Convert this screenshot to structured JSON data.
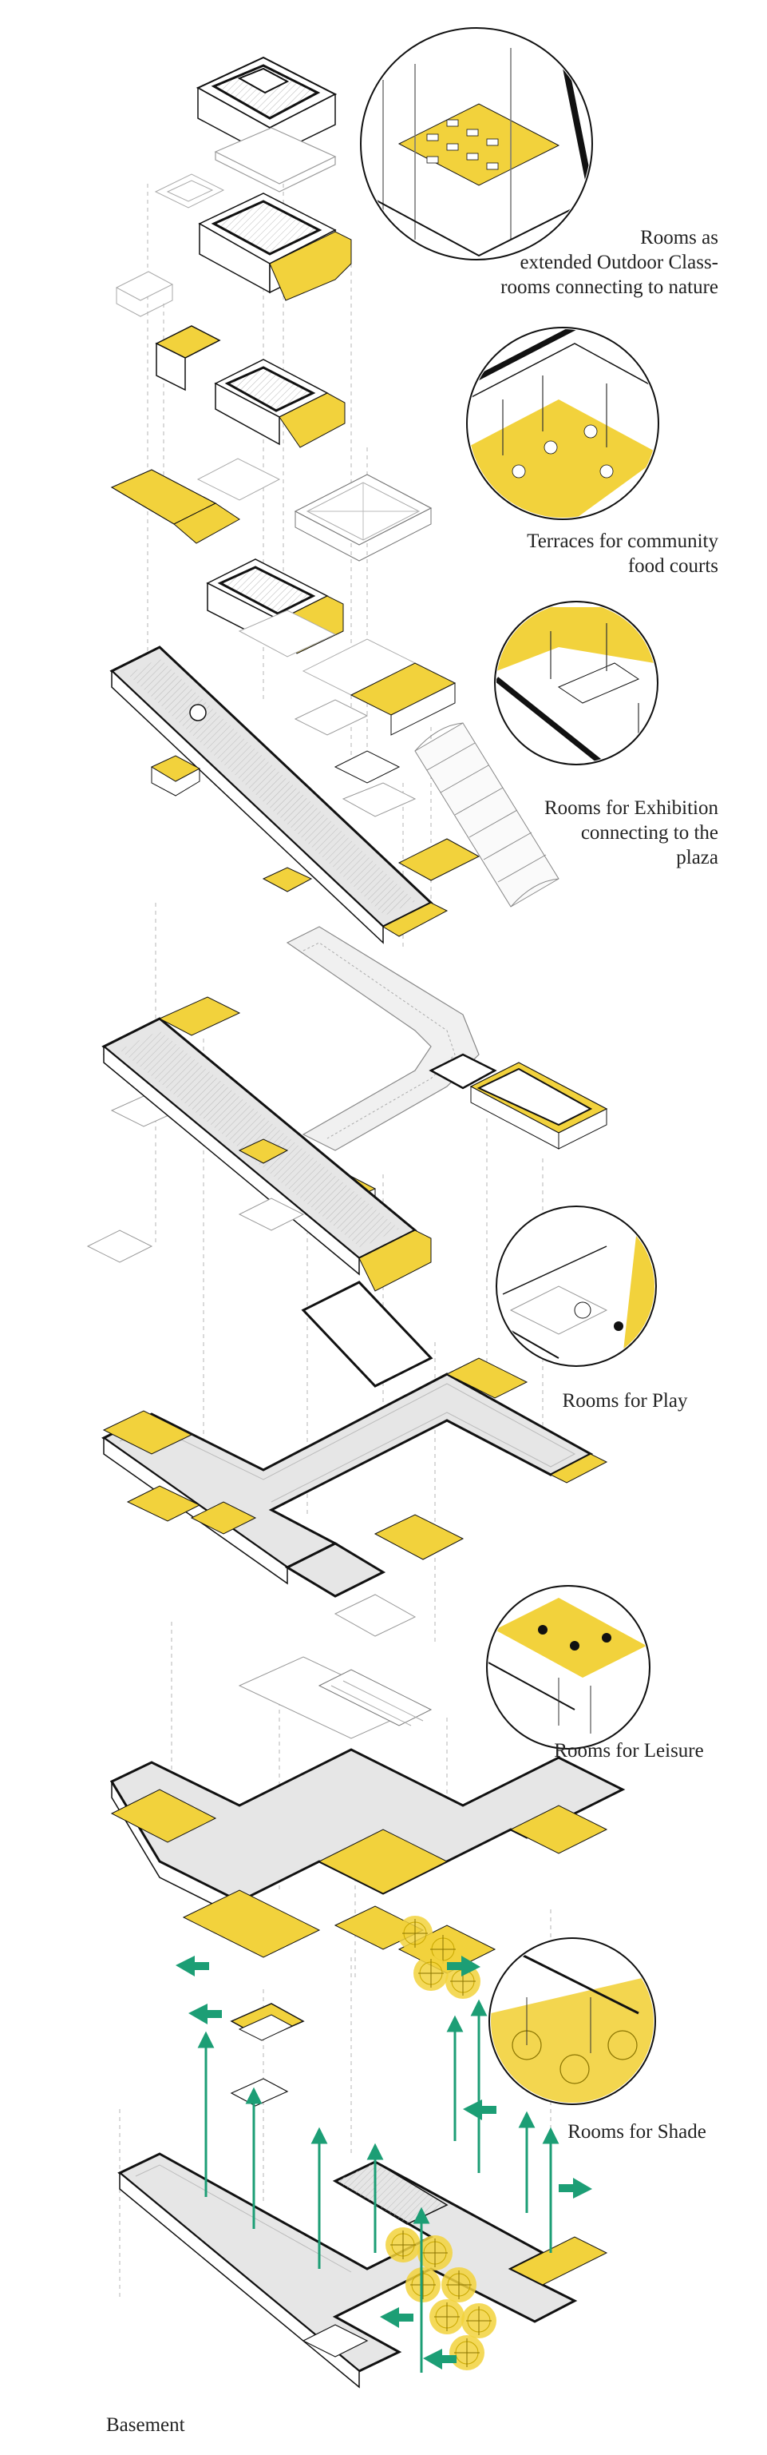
{
  "captions": {
    "outdoor_classrooms": [
      "Rooms as",
      "extended Outdoor Class-",
      "rooms connecting to nature"
    ],
    "terraces": [
      "Terraces for community",
      "food courts"
    ],
    "exhibition": [
      "Rooms for Exhibition",
      "connecting to the",
      "plaza"
    ],
    "play": "Rooms for Play",
    "leisure": "Rooms for Leisure",
    "shade": "Rooms for Shade",
    "basement": "Basement"
  },
  "colors": {
    "accent_yellow": "#f2d23c",
    "wall": "#111111",
    "floor_grey": "#e6e6e6",
    "thin_line": "#9a9a9a",
    "arrow_green": "#1c9e75"
  }
}
